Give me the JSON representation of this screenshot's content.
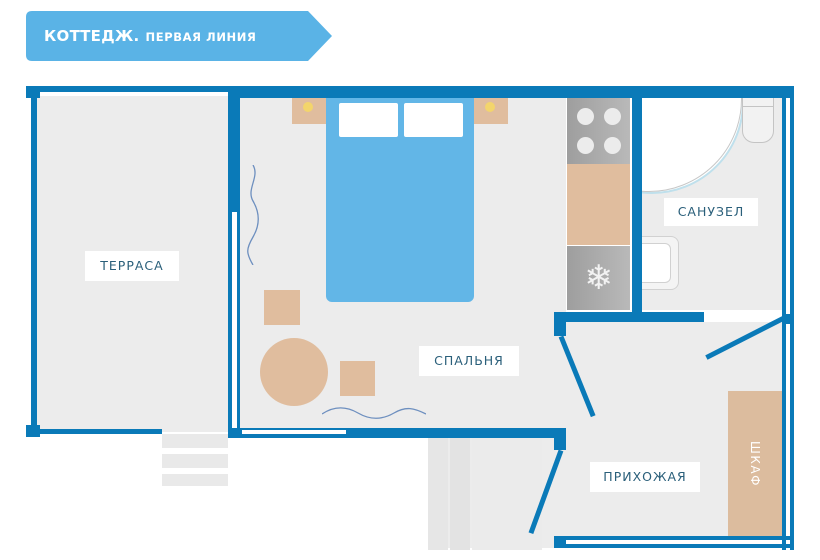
{
  "banner": {
    "main": "КОТТЕДЖ.",
    "sub": "ПЕРВАЯ ЛИНИЯ",
    "color": "#5ab3e6"
  },
  "rooms": {
    "terrace": "ТЕРРАСА",
    "bedroom": "СПАЛЬНЯ",
    "bathroom": "САНУЗЕЛ",
    "hallway": "ПРИХОЖАЯ",
    "wardrobe": "ШКАФ"
  },
  "colors": {
    "wall": "#0a7ab8",
    "floor": "#ececec",
    "bed": "#62b6e7",
    "wood": "#e0bd9e",
    "appliance": "#a9a9a9"
  },
  "icons": {
    "fridge": "❄"
  }
}
